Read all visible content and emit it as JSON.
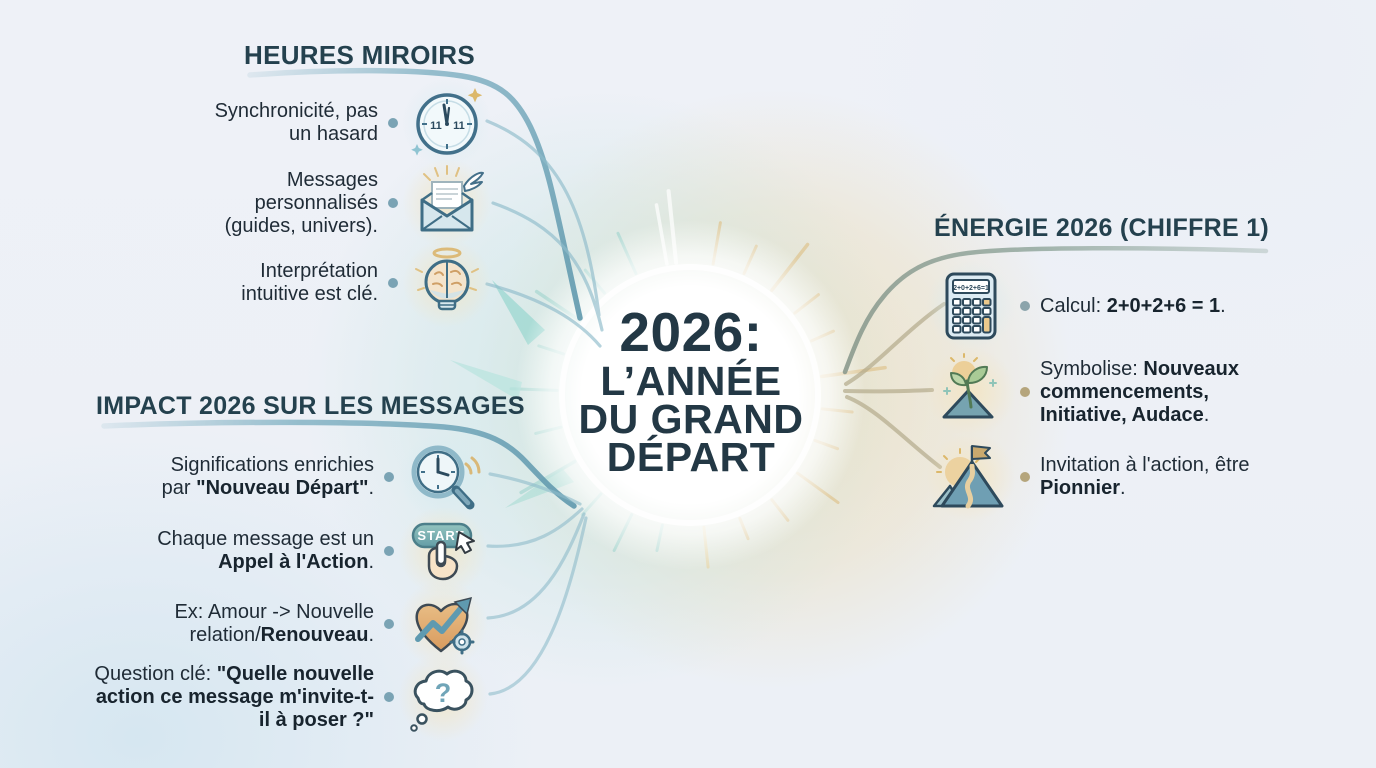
{
  "center": {
    "title_lines": [
      "2026:",
      "L’ANNÉE",
      "DU GRAND",
      "DÉPART"
    ]
  },
  "branches": [
    {
      "title": "HEURES MIROIRS",
      "items": [
        {
          "icon": "clock-1111-icon",
          "pre": "Synchronicité, pas un hasard",
          "bold": "",
          "post": ""
        },
        {
          "icon": "winged-envelope-icon",
          "pre": "Messages personnalisés (guides, univers).",
          "bold": "",
          "post": ""
        },
        {
          "icon": "brain-lightbulb-icon",
          "pre": "Interprétation intuitive est clé.",
          "bold": "",
          "post": ""
        }
      ]
    },
    {
      "title": "IMPACT 2026 SUR LES MESSAGES",
      "items": [
        {
          "icon": "clock-magnifier-icon",
          "pre": "Significations enrichies par ",
          "bold": "\"Nouveau Départ\"",
          "post": "."
        },
        {
          "icon": "start-button-icon",
          "icon_label": "START",
          "pre": "Chaque message est un ",
          "bold": "Appel à l'Action",
          "post": "."
        },
        {
          "icon": "heart-growth-icon",
          "pre": "Ex: Amour -> Nouvelle relation/",
          "bold": "Renouveau",
          "post": "."
        },
        {
          "icon": "thought-question-icon",
          "icon_glyph": "?",
          "pre": "Question clé: ",
          "bold": "\"Quelle nouvelle action ce message m'invite-t-il à poser ?\"",
          "post": ""
        }
      ]
    },
    {
      "title": "ÉNERGIE 2026 (CHIFFRE 1)",
      "items": [
        {
          "icon": "calculator-icon",
          "icon_display": "2+0+2+6=1",
          "pre": "Calcul: ",
          "bold": "2+0+2+6 = 1",
          "post": "."
        },
        {
          "icon": "sprout-mountain-icon",
          "pre": "Symbolise: ",
          "bold": "Nouveaux commencements, Initiative, Audace",
          "post": "."
        },
        {
          "icon": "mountain-flag-icon",
          "pre": "Invitation à l'action, être ",
          "bold": "Pionnier",
          "post": "."
        }
      ]
    }
  ],
  "icon_texts": {
    "clock_left": "11",
    "clock_right": "11"
  },
  "colors": {
    "background": "#edf1f7",
    "heading_text": "#24414e",
    "body_text": "#1f2b36",
    "center_text": "#233845",
    "teal_connector": "#7fb0c2",
    "olive_connector": "#b4ab8c",
    "bullet_teal": "#7aa3b4",
    "bullet_olive": "#b5a57c",
    "sun_warm": "#e6d2a0",
    "sun_cool": "#a7d7d1"
  }
}
